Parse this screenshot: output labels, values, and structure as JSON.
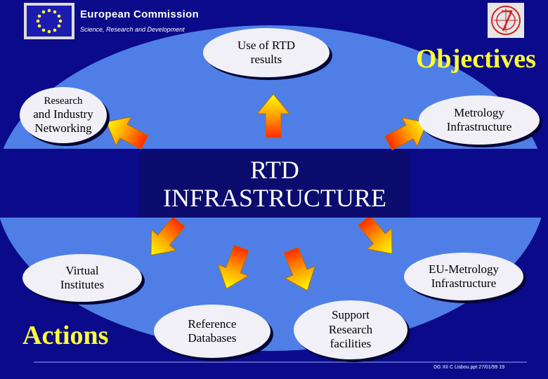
{
  "header": {
    "organization": "European Commission",
    "department": "Science, Research and Development"
  },
  "slide": {
    "objectives_title": "Objectives",
    "actions_title": "Actions",
    "center": {
      "line1": "RTD",
      "line2": "INFRASTRUCTURE"
    }
  },
  "nodes": {
    "use_of_rtd": {
      "line1": "Use of RTD",
      "line2": "results"
    },
    "research_networking": {
      "line1": "Research",
      "line2": "and Industry",
      "line3": "Networking"
    },
    "metrology_infrastructure": {
      "line1": "Metrology",
      "line2": "Infrastructure"
    },
    "virtual_institutes": {
      "line1": "Virtual",
      "line2": "Institutes"
    },
    "eu_metrology": {
      "line1": "EU-Metrology",
      "line2": "Infrastructure"
    },
    "reference_databases": {
      "line1": "Reference",
      "line2": "Databases"
    },
    "support_facilities": {
      "line1": "Support",
      "line2": "Research",
      "line3": "facilities"
    }
  },
  "footer": {
    "reference": "DG XII C Lisbou.ppt 27/01/99 19"
  },
  "colors": {
    "background": "#0a0a8a",
    "ellipse": "#4f7fe6",
    "title_yellow": "#ffff33",
    "arrow_gradient": [
      "#ffff00",
      "#ff9900",
      "#ff2a00"
    ]
  },
  "icons": [
    "eu-flag-icon",
    "compass-logo-icon",
    "arrow-icon"
  ]
}
